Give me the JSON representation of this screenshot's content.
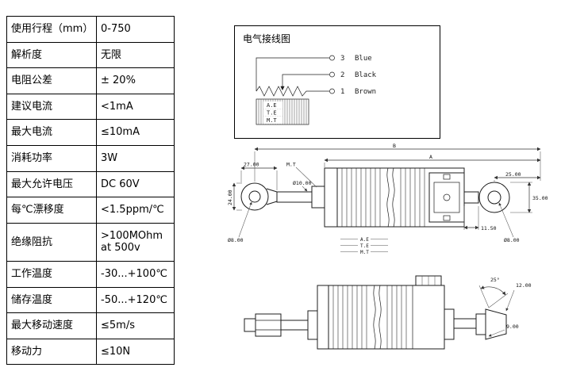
{
  "spec_table": {
    "rows": [
      {
        "label": "使用行程（mm）",
        "value": "0-750"
      },
      {
        "label": "解析度",
        "value": "无限"
      },
      {
        "label": "电阻公差",
        "value": "± 20%"
      },
      {
        "label": "建议电流",
        "value": "<1mA"
      },
      {
        "label": "最大电流",
        "value": "≤10mA"
      },
      {
        "label": "消耗功率",
        "value": "3W"
      },
      {
        "label": "最大允许电压",
        "value": "DC 60V"
      },
      {
        "label": "每℃漂移度",
        "value": "<1.5ppm/℃"
      },
      {
        "label": "绝缘阻抗",
        "value": ">100MOhm at 500v"
      },
      {
        "label": "工作温度",
        "value": "-30...+100℃"
      },
      {
        "label": "储存温度",
        "value": "-50...+120℃"
      },
      {
        "label": "最大移动速度",
        "value": "≤5m/s"
      },
      {
        "label": "移动力",
        "value": "≤10N"
      }
    ]
  },
  "wiring_diagram": {
    "title": "电气接线图",
    "pins": [
      {
        "number": "3",
        "wire": "Blue"
      },
      {
        "number": "2",
        "wire": "Black"
      },
      {
        "number": "1",
        "wire": "Brown"
      }
    ],
    "terminals": [
      "A.E",
      "T.E",
      "M.T"
    ]
  },
  "front_view": {
    "dim_overall": "B",
    "dim_body": "A",
    "dim_left_offset": "27.00",
    "label_mt": "M.T",
    "dim_right_offset": "25.00",
    "dim_left_eye_height": "24.00",
    "dim_rod_dia": "Ø10.00",
    "dim_right_eye_height": "35.00",
    "dim_left_bore": "Ø8.00",
    "dim_right_inset": "11.50",
    "dim_right_bore": "Ø8.00",
    "terminals": [
      "A.E",
      "T.E",
      "M.T"
    ]
  },
  "side_view": {
    "dim_angle": "25°",
    "dim_tip_width": "12.00",
    "dim_tip_offset": "9.00"
  }
}
